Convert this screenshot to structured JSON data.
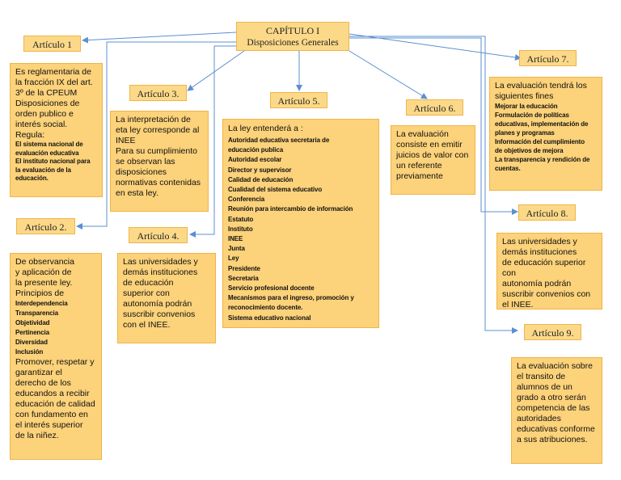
{
  "title": {
    "line1": "CAPÍTULO I",
    "line2": "Disposiciones Generales"
  },
  "articles": {
    "a1": "Artículo 1",
    "a2": "Artículo 2.",
    "a3": "Artículo 3.",
    "a4": "Artículo 4.",
    "a5": "Artículo 5.",
    "a6": "Artículo 6.",
    "a7": "Artículo 7.",
    "a8": "Artículo 8.",
    "a9": "Artículo 9."
  },
  "art1_box": {
    "lines": [
      "Es reglamentaria de",
      "la fracción IX del art.",
      "3º de la CPEUM",
      "Disposiciones de",
      "orden publico e",
      "interés social.",
      "Regula:"
    ],
    "small": [
      "El sistema nacional de",
      "evaluación educativa",
      "El instituto nacional para",
      "la evaluación de la",
      "educación."
    ]
  },
  "art2_box": {
    "lines_top": [
      "De observancia",
      "y aplicación de",
      "la presente ley.",
      "Principios de"
    ],
    "principles": [
      "Interdependencia",
      "Transparencia",
      "Objetividad",
      "Pertinencia",
      "Diversidad",
      "Inclusión"
    ],
    "lines_bottom": [
      "Promover, respetar y",
      "garantizar el",
      "derecho de los",
      "educandos a recibir",
      "educación de calidad",
      "con fundamento en",
      "el interés superior",
      "de la niñez."
    ]
  },
  "art3_box": {
    "lines": [
      "La interpretación de",
      "eta ley corresponde al",
      "INEE",
      "Para su cumplimiento",
      "se observan las",
      "disposiciones",
      "normativas contenidas",
      "en esta ley."
    ]
  },
  "art4_box": {
    "lines": [
      "Las universidades y",
      "demás instituciones",
      "de educación",
      "superior con",
      "autonomía podrán",
      "suscribir convenios",
      "con el INEE."
    ]
  },
  "art5_box": {
    "header": "La ley entenderá a :",
    "items": [
      "Autoridad educativa secretaria de",
      "educación publica",
      "Autoridad escolar",
      "Director y supervisor",
      "Calidad de educación",
      "Cualidad del sistema educativo",
      "Conferencia",
      "Reunión para intercambio de información",
      "Estatuto",
      "Instituto",
      "INEE",
      "Junta",
      "Ley",
      "Presidente",
      "Secretaria",
      "Servicio profesional docente",
      "Mecanismos para el ingreso, promoción y",
      "reconocimiento docente.",
      "Sistema educativo nacional"
    ]
  },
  "art6_box": {
    "lines": [
      "La evaluación",
      "consiste en emitir",
      "juicios de valor con",
      "un referente",
      "previamente"
    ]
  },
  "art7_box": {
    "lines": [
      "La evaluación tendrá los",
      "siguientes fines"
    ],
    "items": [
      "Mejorar la educación",
      "Formulación de políticas",
      "educativas, implementación de",
      "planes y programas",
      "Información del cumplimiento",
      "de objetivos de mejora",
      "La transparencia y rendición de",
      "cuentas."
    ]
  },
  "art8_box": {
    "lines": [
      "Las universidades y",
      "demás instituciones",
      "de educación superior con",
      "autonomía podrán",
      "suscribir convenios con",
      "el INEE."
    ]
  },
  "art9_box": {
    "lines": [
      "La evaluación sobre",
      "el transito de",
      "alumnos de un",
      "grado a otro serán",
      "competencia de las",
      "autoridades",
      "educativas conforme",
      "a sus atribuciones."
    ]
  },
  "colors": {
    "box_fill": "#fcd27a",
    "label_fill": "#fcd989",
    "border": "#f0b44a",
    "arrow": "#5b8fd0"
  }
}
